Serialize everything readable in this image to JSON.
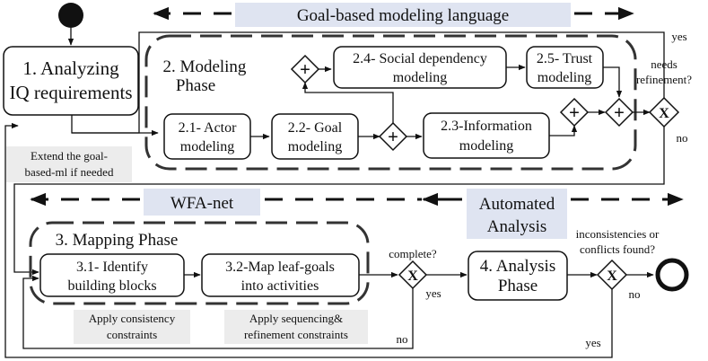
{
  "banners": {
    "goal_language": "Goal-based modeling language",
    "wfa_net": "WFA-net",
    "automated": [
      "Automated",
      "Analysis"
    ]
  },
  "nodes": {
    "analyzing": [
      "1. Analyzing",
      "IQ requirements"
    ],
    "modeling_phase": [
      "2. Modeling",
      "Phase"
    ],
    "actor": [
      "2.1- Actor",
      "modeling"
    ],
    "goal": [
      "2.2- Goal",
      "modeling"
    ],
    "information": [
      "2.3-Information",
      "modeling"
    ],
    "social": [
      "2.4- Social dependency",
      "modeling"
    ],
    "trust": [
      "2.5- Trust",
      "modeling"
    ],
    "mapping_phase": "3. Mapping Phase",
    "identify": [
      "3.1- Identify",
      "building blocks"
    ],
    "mapleaf": [
      "3.2-Map leaf-goals",
      "into activities"
    ],
    "analysis": [
      "4. Analysis",
      "Phase"
    ]
  },
  "notes": {
    "extend": [
      "Extend the goal-",
      "based-ml if needed"
    ],
    "consistency": [
      "Apply consistency",
      "constraints"
    ],
    "sequencing": [
      "Apply sequencing&",
      "refinement  constraints"
    ]
  },
  "labels": {
    "yes_top": "yes",
    "needs_refinement": [
      "needs",
      "refinement?"
    ],
    "no_refine": "no",
    "complete": "complete?",
    "yes_complete": "yes",
    "no_complete": "no",
    "inconsistencies": [
      "inconsistencies or",
      "conflicts found?"
    ],
    "no_end": "no",
    "yes_bottom": "yes"
  },
  "gateway_symbols": {
    "parallel": "+",
    "exclusive": "X"
  },
  "colors": {
    "banner_fill": "#dfe4f1",
    "note_fill": "#ececec",
    "stroke": "#111111"
  }
}
